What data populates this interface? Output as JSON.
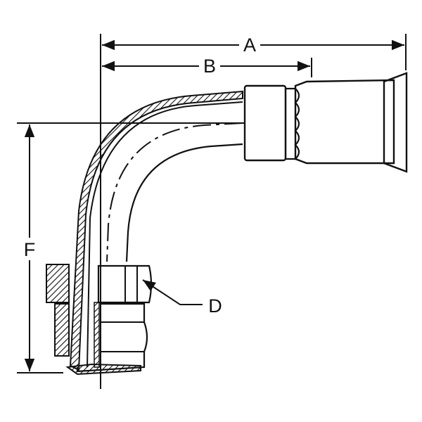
{
  "dimensions": {
    "a": "A",
    "b": "B",
    "f": "F",
    "d": "D"
  },
  "colors": {
    "ink": "#111111",
    "paper": "#ffffff"
  }
}
